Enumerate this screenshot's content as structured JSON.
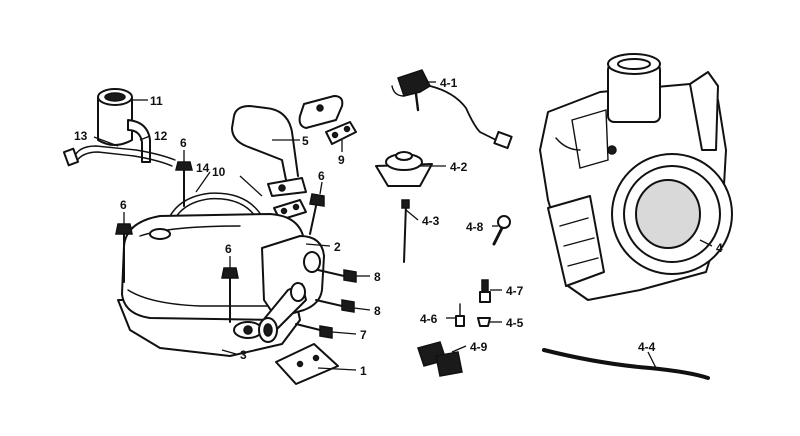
{
  "callouts": {
    "c1": "1",
    "c2": "2",
    "c3": "3",
    "c4": "4",
    "c4_1": "4-1",
    "c4_2": "4-2",
    "c4_3": "4-3",
    "c4_4": "4-4",
    "c4_5": "4-5",
    "c4_6": "4-6",
    "c4_7": "4-7",
    "c4_8": "4-8",
    "c4_9": "4-9",
    "c5": "5",
    "c6a": "6",
    "c6b": "6",
    "c6c": "6",
    "c6d": "6",
    "c7": "7",
    "c8a": "8",
    "c8b": "8",
    "c9": "9",
    "c10": "10",
    "c11": "11",
    "c12": "12",
    "c13": "13",
    "c14": "14"
  }
}
